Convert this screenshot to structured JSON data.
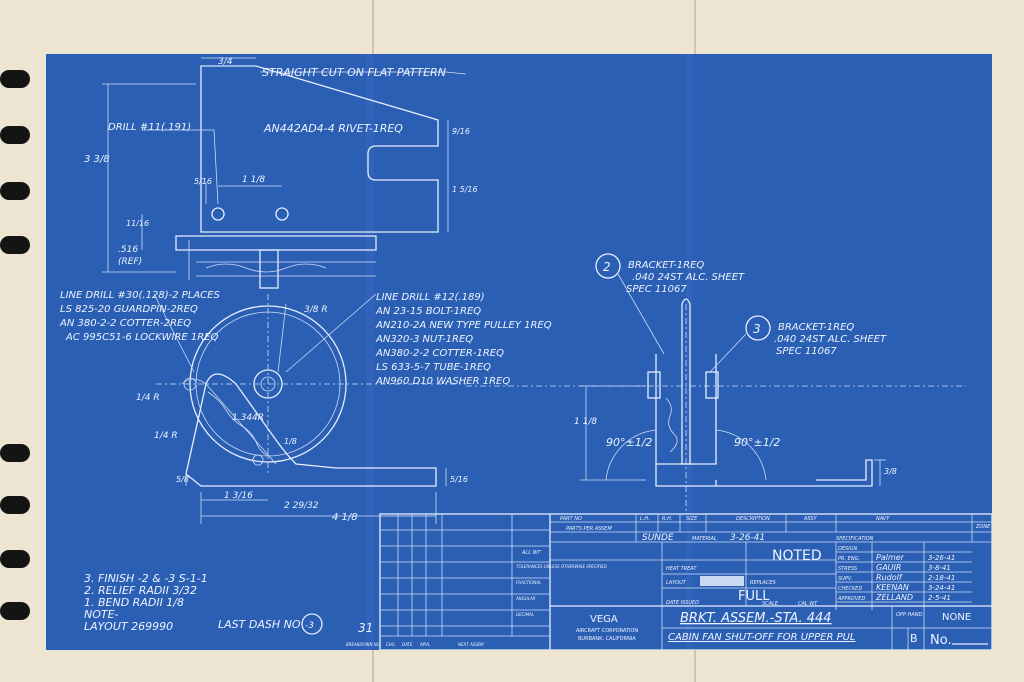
{
  "diagram": {
    "left_view": {
      "straight_cut": "STRAIGHT CUT ON FLAT PATTERN",
      "rivet": "AN442AD4-4 RIVET-1REQ",
      "drill": "DRILL #11(.191)",
      "dim_top": "3/4",
      "dim_height": "3 3/8",
      "dim_9_16": "9/16",
      "dim_1_5_16": "1 5/16",
      "dim_5_16": "5/16",
      "dim_1_1_8": "1 1/8",
      "dim_11_16": "11/16",
      "dim_516": ".516",
      "dim_ref": "(REF)"
    },
    "parts_left": [
      "LINE DRILL #30(.128)-2 PLACES",
      "LS 825-20 GUARDPIN-2REQ",
      "AN 380-2-2 COTTER-2REQ",
      "AC 995C51-6 LOCKWIRE 1REQ"
    ],
    "parts_right": [
      "LINE DRILL #12(.189)",
      "AN 23-15 BOLT-1REQ",
      "AN210-2A NEW TYPE PULLEY 1REQ",
      "AN320-3 NUT-1REQ",
      "AN380-2-2 COTTER-1REQ",
      "LS 633-5-7 TUBE-1REQ",
      "AN960 D10 WASHER 1REQ"
    ],
    "front_view": {
      "r_3_8": "3/8 R",
      "r_1344": "1.344R",
      "r_1_4_a": "1/4 R",
      "r_1_4_b": "1/4 R",
      "dim_1_8": "1/8",
      "dim_5_8": "5/8",
      "dim_1_3_16": "1 3/16",
      "dim_2_29_32": "2 29/32",
      "dim_4_1_8": "4 1/8",
      "dim_5_16": "5/16"
    },
    "callout_2": {
      "num": "2",
      "title": "BRACKET-1REQ",
      "spec1": ".040 24ST ALC. SHEET",
      "spec2": "SPEC 11067"
    },
    "callout_3": {
      "num": "3",
      "title": "BRACKET-1REQ",
      "spec1": ".040 24ST ALC. SHEET",
      "spec2": "SPEC 11067"
    },
    "side_view": {
      "angle_left": "90°±1/2",
      "angle_right": "90°±1/2",
      "dim_1_1_8": "1 1/8",
      "dim_3_8": "3/8"
    },
    "notes": [
      "3. FINISH -2 & -3  S-1-1",
      "2. RELIEF RADII 3/32",
      "1. BEND RADII 1/8",
      "NOTE-",
      "LAYOUT 269990"
    ],
    "last_dash_label": "LAST DASH NO",
    "last_dash_value": "-3",
    "sheet_number": "31"
  },
  "title_block": {
    "top_headers": [
      "PART NO",
      "L.H.",
      "R.H.",
      "SIZE",
      "DESCRIPTION",
      "ASSY",
      "NAVY",
      "ZONE"
    ],
    "parts_per_assem": "PARTS PER ASSEM",
    "material_label": "MATERIAL",
    "spec_label": "SPECIFICATION",
    "date": "3-26-41",
    "sunde": "SUNDE",
    "noted": "NOTED",
    "full": "FULL",
    "scale_label": "SCALE",
    "left_labels": [
      "ALL WT",
      "TOLERANCES UNLESS OTHERWISE SPECIFIED",
      "FRACTIONAL",
      "ANGULAR",
      "DECIMAL"
    ],
    "heat_treat": "HEAT TREAT",
    "layout": "LAYOUT",
    "date_issued": "DATE ISSUED",
    "replaces": "REPLACES",
    "cal_wt": "CAL WT",
    "sign_roles": [
      "DESIGN",
      "PR. ENG.",
      "STRESS",
      "SUPV.",
      "CHECKED",
      "APPROVED"
    ],
    "sign_names": [
      "Palmer",
      "GAUIR",
      "Rudolf",
      "KEENAN",
      "ZELLAND"
    ],
    "sign_dates": [
      "3-26-41",
      "3-8-41",
      "2-18-41",
      "3-24-41",
      "2-5-41"
    ],
    "company": "VEGA",
    "company_sub": "AIRCRAFT CORPORATION",
    "company_city": "BURBANK, CALIFORNIA",
    "title": "BRKT. ASSEM.-STA. 444",
    "subtitle": "CABIN FAN SHUT-OFF FOR UPPER PUL",
    "opp_hand": "OPP HAND",
    "none": "NONE",
    "size": "B",
    "no_label": "No.",
    "bottom_labels": [
      "BREAKDOWN NO",
      "CHG",
      "DATE",
      "APVL",
      "NEXT ASSEM"
    ]
  }
}
